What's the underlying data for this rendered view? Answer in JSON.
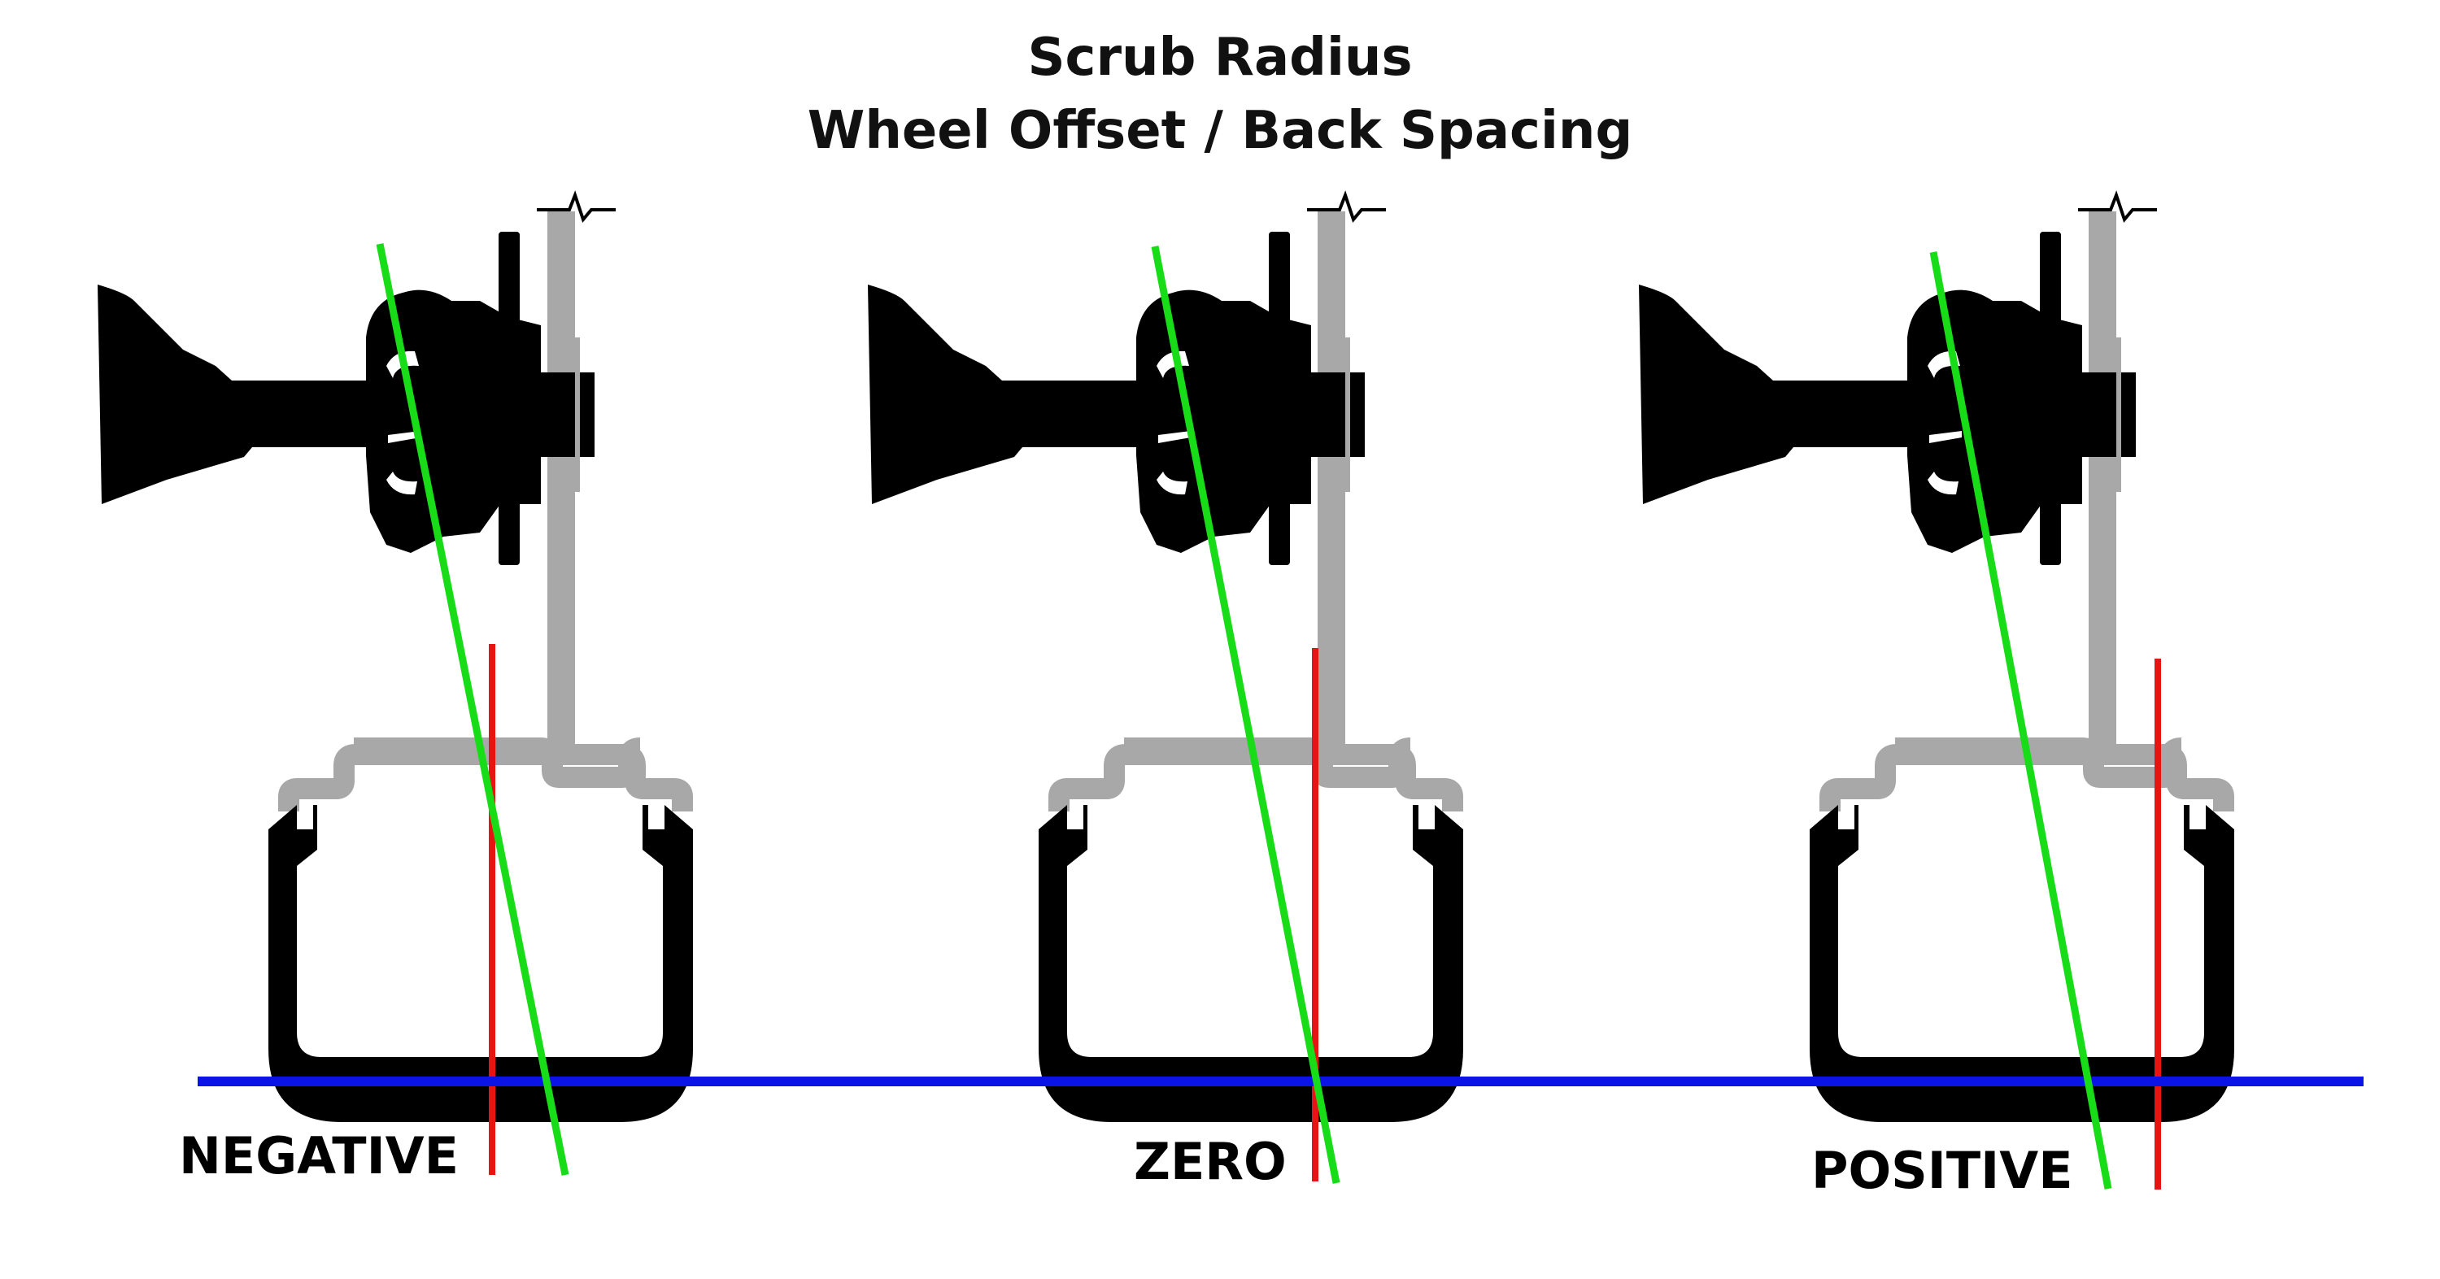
{
  "title": {
    "line1": "Scrub Radius",
    "line2": "Wheel Offset / Back Spacing"
  },
  "cases": [
    {
      "label": "NEGATIVE"
    },
    {
      "label": "ZERO"
    },
    {
      "label": "POSITIVE"
    }
  ],
  "colors": {
    "ground_line": "#0a14e6",
    "steering_axis": "#19dc19",
    "wheel_centerline": "#e61414",
    "tire": "#000000",
    "rim": "#a8a8a8",
    "hub": "#000000"
  }
}
